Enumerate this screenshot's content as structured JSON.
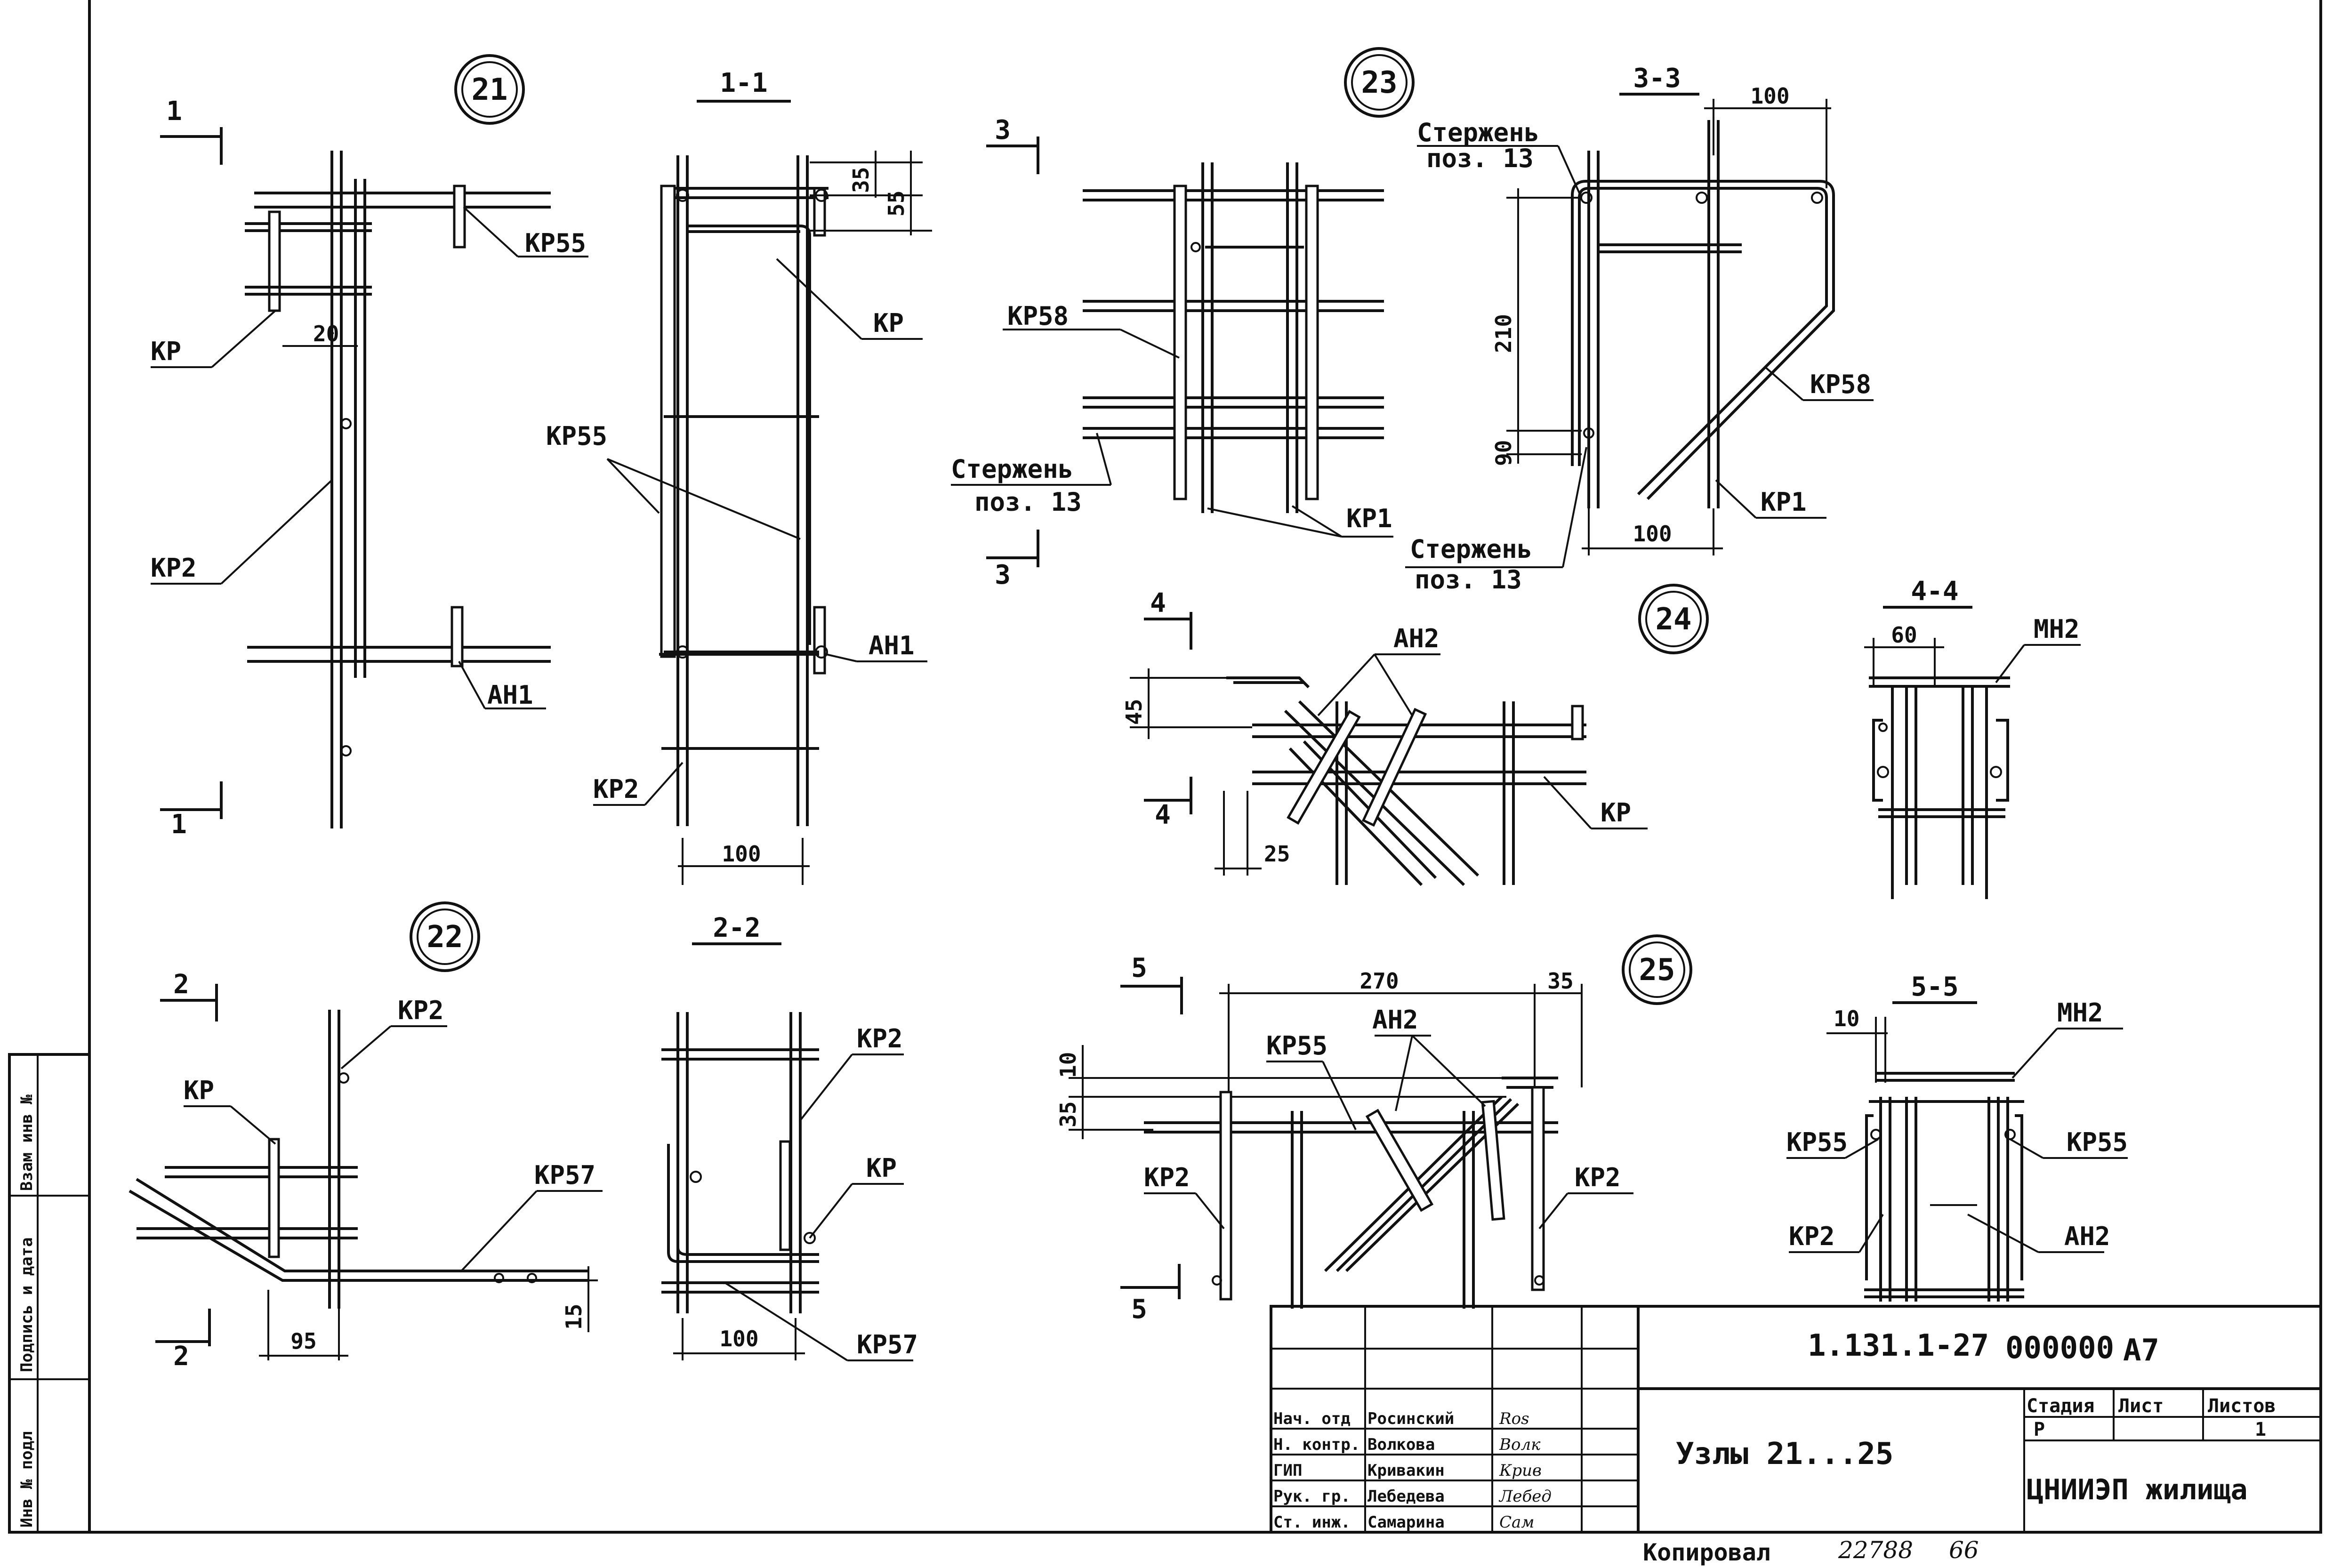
{
  "nodes": {
    "n21": "21",
    "n22": "22",
    "n23": "23",
    "n24": "24",
    "n25": "25"
  },
  "cuts": {
    "c11": "1-1",
    "c22": "2-2",
    "c33": "3-3",
    "c44": "4-4",
    "c55": "5-5",
    "m1": "1",
    "m2": "2",
    "m3": "3",
    "m4": "4",
    "m5": "5"
  },
  "labels": {
    "kr": "КР",
    "kr1": "КР1",
    "kr2": "КР2",
    "kr55": "КР55",
    "kr57": "КР57",
    "kr58": "КР58",
    "an1": "АН1",
    "an2": "АН2",
    "mn2": "МН2",
    "rod": "Стержень",
    "pos13": "поз. 13"
  },
  "dims": {
    "d20": "20",
    "d35": "35",
    "d55": "55",
    "d100": "100",
    "d210": "210",
    "d90": "90",
    "d45": "45",
    "d25": "25",
    "d60": "60",
    "d95": "95",
    "d15": "15",
    "d270": "270",
    "d10": "10"
  },
  "stamp": {
    "code": "1.131.1-27",
    "code2": "000000",
    "format": "А7",
    "title": "Узлы 21...25",
    "stage_h": "Стадия",
    "sheet_h": "Лист",
    "sheets_h": "Листов",
    "stage": "Р",
    "sheets": "1",
    "org": "ЦНИИЭП жилища",
    "roles": [
      {
        "role": "Нач. отд",
        "name": "Росинский",
        "sign": "Ros"
      },
      {
        "role": "Н. контр.",
        "name": "Волкова",
        "sign": "Волк"
      },
      {
        "role": "ГИП",
        "name": "Кривакин",
        "sign": "Крив"
      },
      {
        "role": "Рук. гр.",
        "name": "Лебедева",
        "sign": "Лебед"
      },
      {
        "role": "Ст. инж.",
        "name": "Самарина",
        "sign": "Сам"
      }
    ]
  },
  "sidebar": {
    "inv": "Инв № подл",
    "sign": "Подпись и дата",
    "vzam": "Взам инв №"
  },
  "footer": {
    "copied": "Копировал",
    "num": "22788",
    "fmt": "66"
  }
}
